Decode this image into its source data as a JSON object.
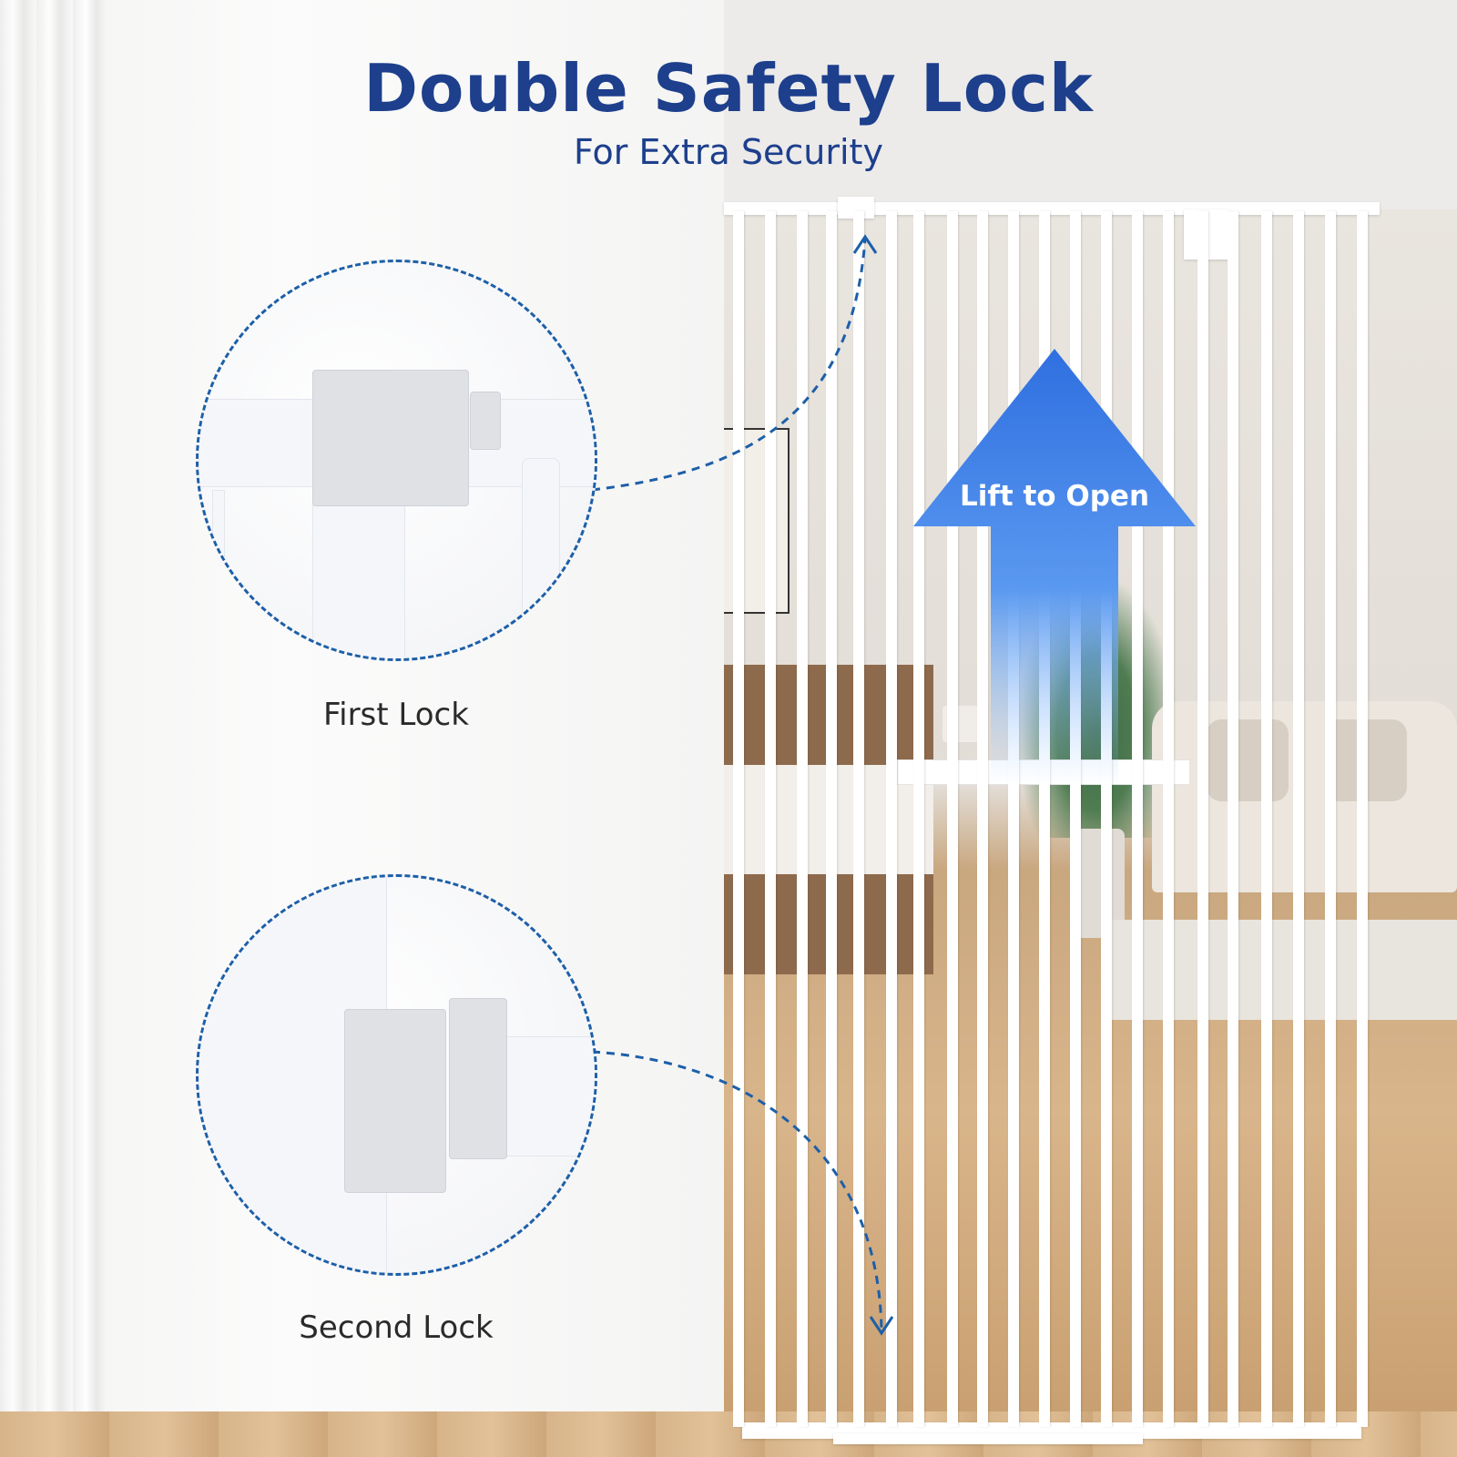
{
  "header": {
    "title": "Double Safety Lock",
    "subtitle": "For Extra Security"
  },
  "callouts": {
    "first": "First Lock",
    "second": "Second Lock"
  },
  "arrow": {
    "label": "Lift to Open"
  },
  "colors": {
    "title": "#1d3f8c",
    "dashed_outline": "#1d5fa8",
    "arrow_top": "#2f6fe0",
    "label_text": "#2a2a2a"
  }
}
